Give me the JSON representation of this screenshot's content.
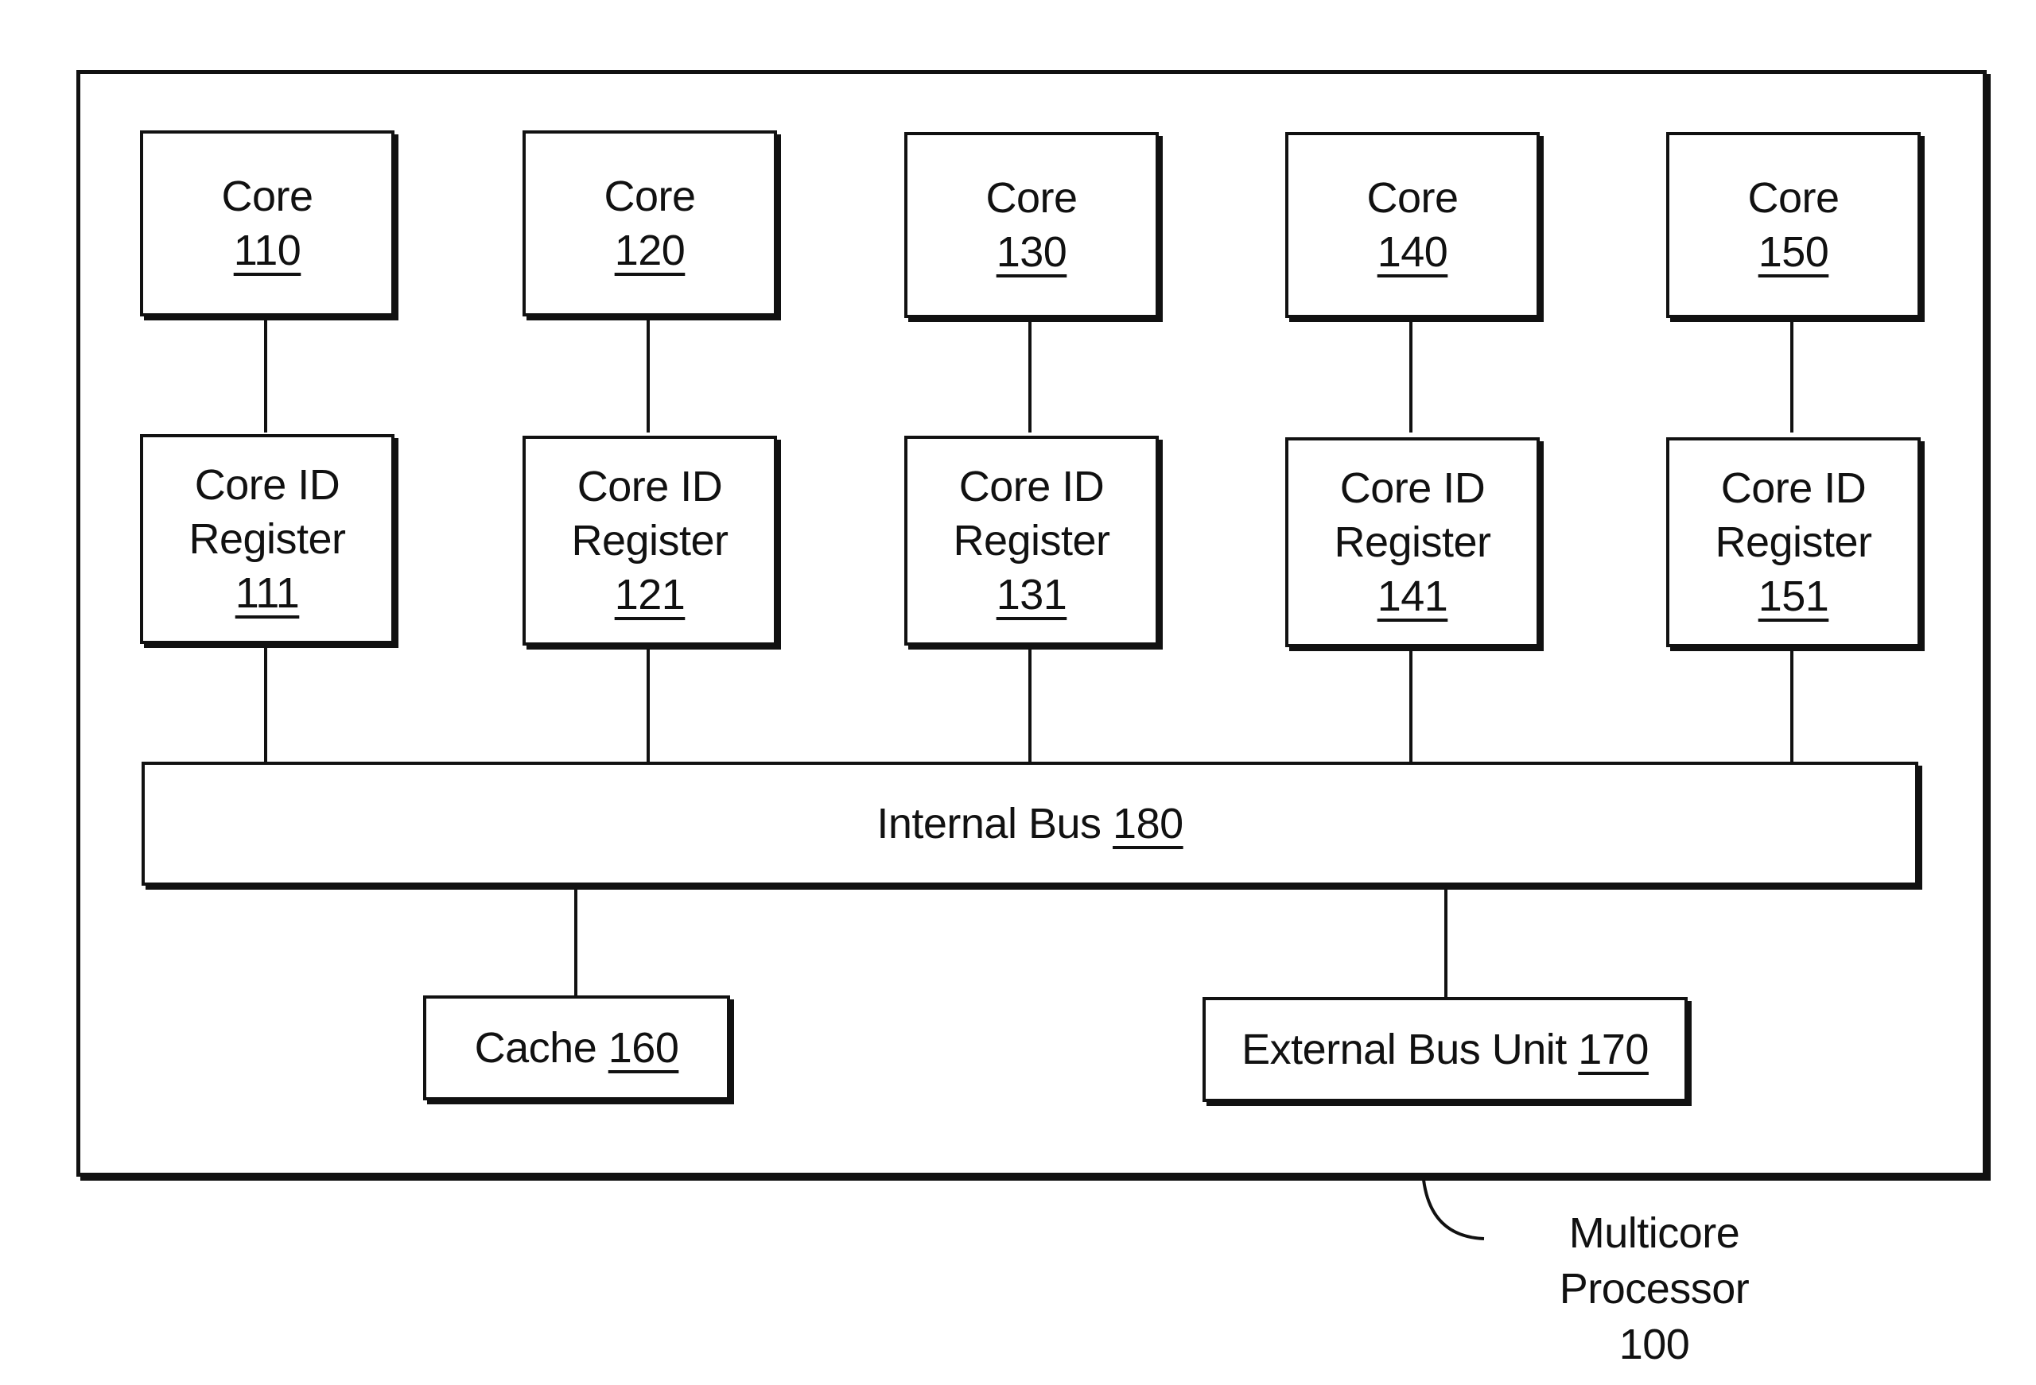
{
  "cores": [
    {
      "label": "Core",
      "ref": "110",
      "register_label_1": "Core ID",
      "register_label_2": "Register",
      "register_ref": "111"
    },
    {
      "label": "Core",
      "ref": "120",
      "register_label_1": "Core ID",
      "register_label_2": "Register",
      "register_ref": "121"
    },
    {
      "label": "Core",
      "ref": "130",
      "register_label_1": "Core ID",
      "register_label_2": "Register",
      "register_ref": "131"
    },
    {
      "label": "Core",
      "ref": "140",
      "register_label_1": "Core ID",
      "register_label_2": "Register",
      "register_ref": "141"
    },
    {
      "label": "Core",
      "ref": "150",
      "register_label_1": "Core ID",
      "register_label_2": "Register",
      "register_ref": "151"
    }
  ],
  "internal_bus": {
    "label": "Internal Bus",
    "ref": "180"
  },
  "cache": {
    "label": "Cache",
    "ref": "160"
  },
  "external_bus_unit": {
    "label": "External Bus Unit",
    "ref": "170"
  },
  "processor": {
    "label": "Multicore Processor",
    "ref": "100"
  }
}
